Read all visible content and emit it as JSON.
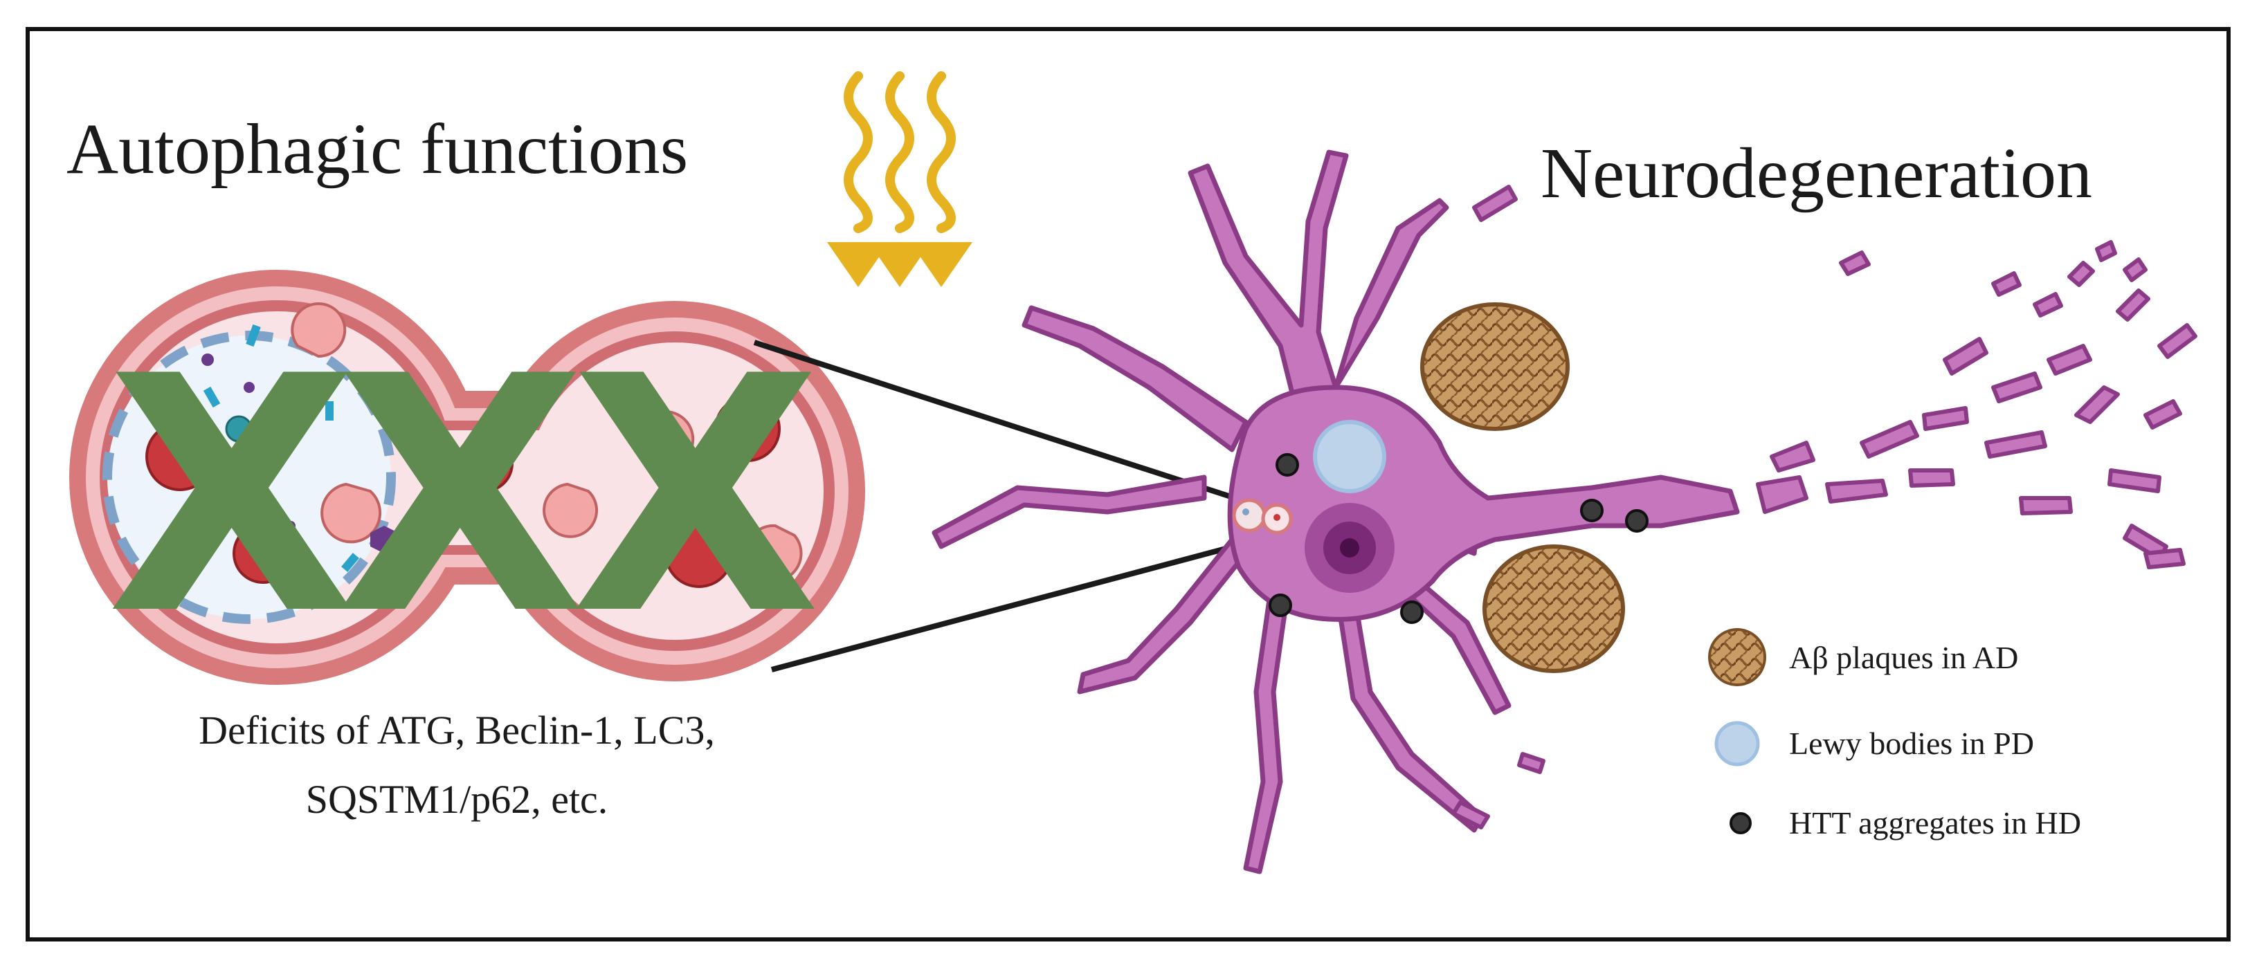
{
  "figure": {
    "left_title": "Autophagic functions",
    "right_title": "Neurodegeneration",
    "caption_lines": [
      "Deficits of ATG, Beclin-1, LC3,",
      "SQSTM1/p62, etc."
    ],
    "legend": [
      {
        "label": "Aβ plaques in AD",
        "symbol": "plaque-icon"
      },
      {
        "label": "Lewy bodies in PD",
        "symbol": "lewy-body-icon"
      },
      {
        "label": "HTT aggregates in HD",
        "symbol": "htt-aggregate-icon"
      }
    ],
    "cross_marks": [
      "X",
      "X",
      "X"
    ],
    "colors": {
      "neuron": "#c576bd",
      "neuron_outline": "#8b3a86",
      "nucleus": "#8e3a8a",
      "vesicle_ring": "#d8797b",
      "vesicle_fill": "#f9e3e6",
      "cross": "#5f8a50",
      "arrows": "#e6b21f",
      "plaque": "#9a6a3a",
      "lewy": "#bcd3ea",
      "htt": "#3a3a3a"
    }
  }
}
